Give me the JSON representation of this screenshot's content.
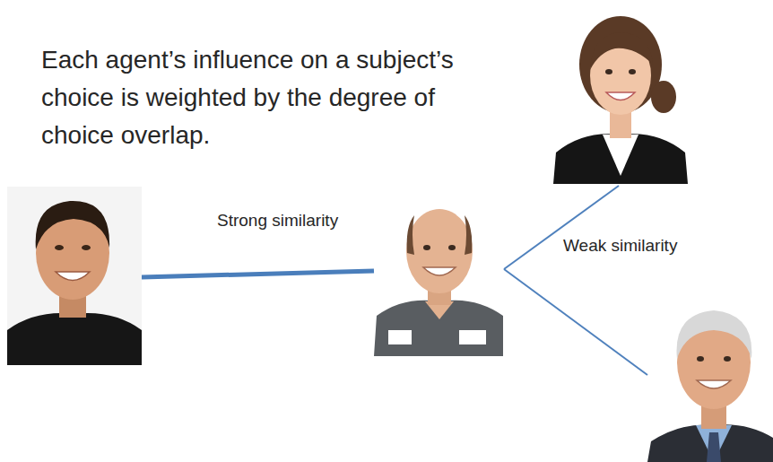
{
  "diagram": {
    "labels": [
      "Each agent’s influence on a subject’s choice is weighted by the degree of choice overlap.",
      "Strong similarity",
      "Weak similarity"
    ]
  }
}
